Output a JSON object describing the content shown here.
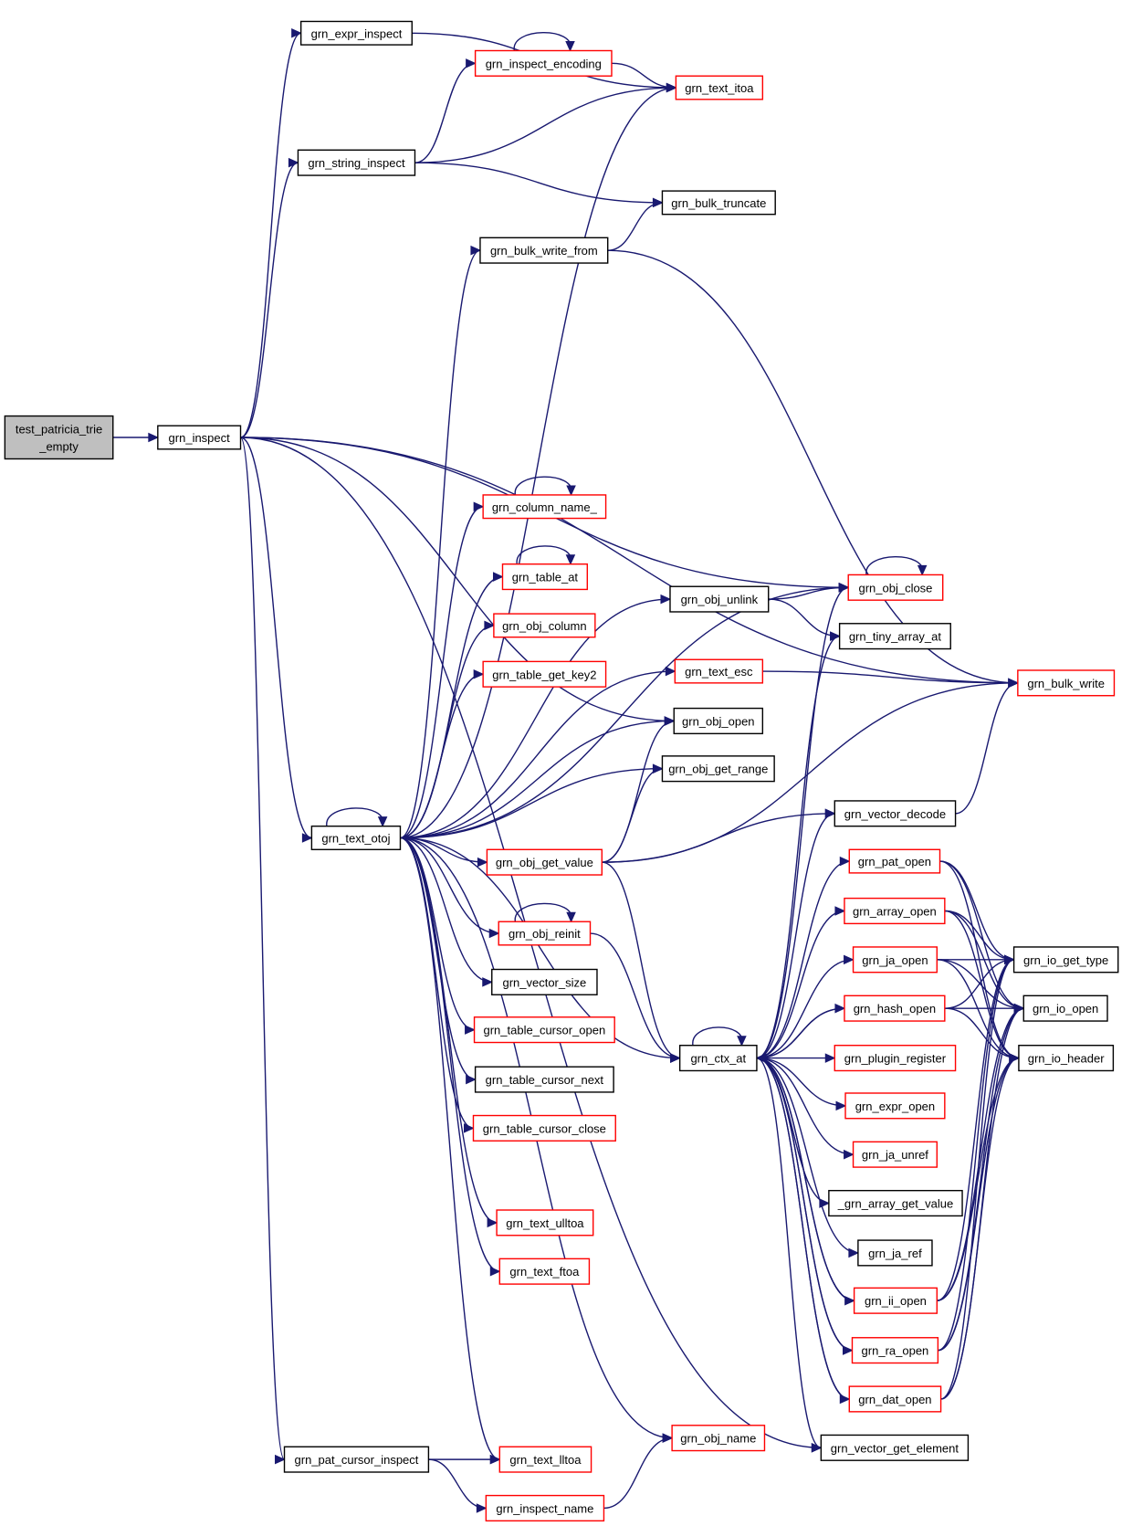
{
  "colors": {
    "edge": "#191970",
    "root_fill": "#bfbfbf",
    "root_border": "#000000",
    "fill": "#ffffff",
    "border_black": "#000000",
    "border_red": "#ff0000"
  },
  "nodes": {
    "test_patricia_trie_empty": {
      "lines": [
        "test_patricia_trie",
        "_empty"
      ],
      "style": "root"
    },
    "grn_inspect": {
      "lines": [
        "grn_inspect"
      ],
      "style": "black"
    },
    "grn_expr_inspect": {
      "lines": [
        "grn_expr_inspect"
      ],
      "style": "black"
    },
    "grn_inspect_encoding": {
      "lines": [
        "grn_inspect_encoding"
      ],
      "style": "red"
    },
    "grn_text_itoa": {
      "lines": [
        "grn_text_itoa"
      ],
      "style": "red"
    },
    "grn_string_inspect": {
      "lines": [
        "grn_string_inspect"
      ],
      "style": "black"
    },
    "grn_bulk_truncate": {
      "lines": [
        "grn_bulk_truncate"
      ],
      "style": "black"
    },
    "grn_bulk_write_from": {
      "lines": [
        "grn_bulk_write_from"
      ],
      "style": "black"
    },
    "grn_column_name_": {
      "lines": [
        "grn_column_name_"
      ],
      "style": "red"
    },
    "grn_table_at": {
      "lines": [
        "grn_table_at"
      ],
      "style": "red"
    },
    "grn_obj_column": {
      "lines": [
        "grn_obj_column"
      ],
      "style": "red"
    },
    "grn_table_get_key2": {
      "lines": [
        "grn_table_get_key2"
      ],
      "style": "red"
    },
    "grn_obj_unlink": {
      "lines": [
        "grn_obj_unlink"
      ],
      "style": "black"
    },
    "grn_obj_close": {
      "lines": [
        "grn_obj_close"
      ],
      "style": "red"
    },
    "grn_tiny_array_at": {
      "lines": [
        "grn_tiny_array_at"
      ],
      "style": "black"
    },
    "grn_text_esc": {
      "lines": [
        "grn_text_esc"
      ],
      "style": "red"
    },
    "grn_bulk_write": {
      "lines": [
        "grn_bulk_write"
      ],
      "style": "red"
    },
    "grn_obj_open": {
      "lines": [
        "grn_obj_open"
      ],
      "style": "black"
    },
    "grn_obj_get_range": {
      "lines": [
        "grn_obj_get_range"
      ],
      "style": "black"
    },
    "grn_vector_decode": {
      "lines": [
        "grn_vector_decode"
      ],
      "style": "black"
    },
    "grn_text_otoj": {
      "lines": [
        "grn_text_otoj"
      ],
      "style": "black"
    },
    "grn_obj_get_value": {
      "lines": [
        "grn_obj_get_value"
      ],
      "style": "red"
    },
    "grn_pat_open": {
      "lines": [
        "grn_pat_open"
      ],
      "style": "red"
    },
    "grn_array_open": {
      "lines": [
        "grn_array_open"
      ],
      "style": "red"
    },
    "grn_io_get_type": {
      "lines": [
        "grn_io_get_type"
      ],
      "style": "black"
    },
    "grn_obj_reinit": {
      "lines": [
        "grn_obj_reinit"
      ],
      "style": "red"
    },
    "grn_ja_open": {
      "lines": [
        "grn_ja_open"
      ],
      "style": "red"
    },
    "grn_io_open": {
      "lines": [
        "grn_io_open"
      ],
      "style": "black"
    },
    "grn_vector_size": {
      "lines": [
        "grn_vector_size"
      ],
      "style": "black"
    },
    "grn_hash_open": {
      "lines": [
        "grn_hash_open"
      ],
      "style": "red"
    },
    "grn_table_cursor_open": {
      "lines": [
        "grn_table_cursor_open"
      ],
      "style": "red"
    },
    "grn_ctx_at": {
      "lines": [
        "grn_ctx_at"
      ],
      "style": "black"
    },
    "grn_plugin_register": {
      "lines": [
        "grn_plugin_register"
      ],
      "style": "red"
    },
    "grn_io_header": {
      "lines": [
        "grn_io_header"
      ],
      "style": "black"
    },
    "grn_table_cursor_next": {
      "lines": [
        "grn_table_cursor_next"
      ],
      "style": "black"
    },
    "grn_expr_open": {
      "lines": [
        "grn_expr_open"
      ],
      "style": "red"
    },
    "grn_table_cursor_close": {
      "lines": [
        "grn_table_cursor_close"
      ],
      "style": "red"
    },
    "grn_ja_unref": {
      "lines": [
        "grn_ja_unref"
      ],
      "style": "red"
    },
    "_grn_array_get_value": {
      "lines": [
        "_grn_array_get_value"
      ],
      "style": "black"
    },
    "grn_text_ulltoa": {
      "lines": [
        "grn_text_ulltoa"
      ],
      "style": "red"
    },
    "grn_ja_ref": {
      "lines": [
        "grn_ja_ref"
      ],
      "style": "black"
    },
    "grn_text_ftoa": {
      "lines": [
        "grn_text_ftoa"
      ],
      "style": "red"
    },
    "grn_ii_open": {
      "lines": [
        "grn_ii_open"
      ],
      "style": "red"
    },
    "grn_ra_open": {
      "lines": [
        "grn_ra_open"
      ],
      "style": "red"
    },
    "grn_dat_open": {
      "lines": [
        "grn_dat_open"
      ],
      "style": "red"
    },
    "grn_obj_name": {
      "lines": [
        "grn_obj_name"
      ],
      "style": "red"
    },
    "grn_vector_get_element": {
      "lines": [
        "grn_vector_get_element"
      ],
      "style": "black"
    },
    "grn_pat_cursor_inspect": {
      "lines": [
        "grn_pat_cursor_inspect"
      ],
      "style": "black"
    },
    "grn_text_lltoa": {
      "lines": [
        "grn_text_lltoa"
      ],
      "style": "red"
    },
    "grn_inspect_name": {
      "lines": [
        "grn_inspect_name"
      ],
      "style": "red"
    }
  },
  "edges": [
    [
      "test_patricia_trie_empty",
      "grn_inspect"
    ],
    [
      "grn_inspect",
      "grn_expr_inspect"
    ],
    [
      "grn_inspect",
      "grn_string_inspect"
    ],
    [
      "grn_inspect",
      "grn_text_otoj"
    ],
    [
      "grn_inspect",
      "grn_pat_cursor_inspect"
    ],
    [
      "grn_inspect",
      "grn_obj_close"
    ],
    [
      "grn_inspect",
      "grn_bulk_write"
    ],
    [
      "grn_inspect",
      "grn_vector_get_element"
    ],
    [
      "grn_inspect",
      "grn_obj_open"
    ],
    [
      "grn_expr_inspect",
      "grn_text_itoa"
    ],
    [
      "grn_string_inspect",
      "grn_inspect_encoding"
    ],
    [
      "grn_string_inspect",
      "grn_text_itoa"
    ],
    [
      "grn_string_inspect",
      "grn_bulk_truncate"
    ],
    [
      "grn_inspect_encoding",
      "grn_text_itoa"
    ],
    [
      "grn_inspect_encoding",
      "grn_inspect_encoding"
    ],
    [
      "grn_bulk_write_from",
      "grn_bulk_truncate"
    ],
    [
      "grn_bulk_write_from",
      "grn_bulk_write"
    ],
    [
      "grn_text_otoj",
      "grn_text_otoj"
    ],
    [
      "grn_text_otoj",
      "grn_text_itoa"
    ],
    [
      "grn_text_otoj",
      "grn_bulk_write_from"
    ],
    [
      "grn_text_otoj",
      "grn_column_name_"
    ],
    [
      "grn_text_otoj",
      "grn_table_at"
    ],
    [
      "grn_text_otoj",
      "grn_obj_column"
    ],
    [
      "grn_text_otoj",
      "grn_table_get_key2"
    ],
    [
      "grn_text_otoj",
      "grn_obj_unlink"
    ],
    [
      "grn_text_otoj",
      "grn_text_esc"
    ],
    [
      "grn_text_otoj",
      "grn_obj_get_range"
    ],
    [
      "grn_text_otoj",
      "grn_obj_get_value"
    ],
    [
      "grn_text_otoj",
      "grn_obj_reinit"
    ],
    [
      "grn_text_otoj",
      "grn_vector_size"
    ],
    [
      "grn_text_otoj",
      "grn_table_cursor_open"
    ],
    [
      "grn_text_otoj",
      "grn_table_cursor_next"
    ],
    [
      "grn_text_otoj",
      "grn_table_cursor_close"
    ],
    [
      "grn_text_otoj",
      "grn_ctx_at"
    ],
    [
      "grn_text_otoj",
      "grn_text_ulltoa"
    ],
    [
      "grn_text_otoj",
      "grn_text_ftoa"
    ],
    [
      "grn_text_otoj",
      "grn_text_lltoa"
    ],
    [
      "grn_text_otoj",
      "grn_obj_name"
    ],
    [
      "grn_text_otoj",
      "grn_obj_close"
    ],
    [
      "grn_text_otoj",
      "grn_obj_open"
    ],
    [
      "grn_column_name_",
      "grn_column_name_"
    ],
    [
      "grn_table_at",
      "grn_table_at"
    ],
    [
      "grn_obj_unlink",
      "grn_obj_close"
    ],
    [
      "grn_obj_unlink",
      "grn_tiny_array_at"
    ],
    [
      "grn_obj_close",
      "grn_obj_close"
    ],
    [
      "grn_text_esc",
      "grn_bulk_write"
    ],
    [
      "grn_vector_decode",
      "grn_bulk_write"
    ],
    [
      "grn_obj_get_value",
      "grn_obj_open"
    ],
    [
      "grn_obj_get_value",
      "grn_obj_get_range"
    ],
    [
      "grn_obj_get_value",
      "grn_vector_decode"
    ],
    [
      "grn_obj_get_value",
      "grn_bulk_write"
    ],
    [
      "grn_obj_get_value",
      "grn_ctx_at"
    ],
    [
      "grn_obj_reinit",
      "grn_obj_reinit"
    ],
    [
      "grn_obj_reinit",
      "grn_ctx_at"
    ],
    [
      "grn_ctx_at",
      "grn_ctx_at"
    ],
    [
      "grn_ctx_at",
      "grn_obj_close"
    ],
    [
      "grn_ctx_at",
      "grn_tiny_array_at"
    ],
    [
      "grn_ctx_at",
      "grn_vector_decode"
    ],
    [
      "grn_ctx_at",
      "grn_pat_open"
    ],
    [
      "grn_ctx_at",
      "grn_array_open"
    ],
    [
      "grn_ctx_at",
      "grn_ja_open"
    ],
    [
      "grn_ctx_at",
      "grn_hash_open"
    ],
    [
      "grn_ctx_at",
      "grn_plugin_register"
    ],
    [
      "grn_ctx_at",
      "grn_expr_open"
    ],
    [
      "grn_ctx_at",
      "grn_ja_unref"
    ],
    [
      "grn_ctx_at",
      "_grn_array_get_value"
    ],
    [
      "grn_ctx_at",
      "grn_ja_ref"
    ],
    [
      "grn_ctx_at",
      "grn_ii_open"
    ],
    [
      "grn_ctx_at",
      "grn_ra_open"
    ],
    [
      "grn_ctx_at",
      "grn_dat_open"
    ],
    [
      "grn_ctx_at",
      "grn_vector_get_element"
    ],
    [
      "grn_pat_open",
      "grn_io_get_type"
    ],
    [
      "grn_pat_open",
      "grn_io_open"
    ],
    [
      "grn_pat_open",
      "grn_io_header"
    ],
    [
      "grn_array_open",
      "grn_io_get_type"
    ],
    [
      "grn_array_open",
      "grn_io_open"
    ],
    [
      "grn_array_open",
      "grn_io_header"
    ],
    [
      "grn_ja_open",
      "grn_io_get_type"
    ],
    [
      "grn_ja_open",
      "grn_io_open"
    ],
    [
      "grn_ja_open",
      "grn_io_header"
    ],
    [
      "grn_hash_open",
      "grn_io_get_type"
    ],
    [
      "grn_hash_open",
      "grn_io_open"
    ],
    [
      "grn_hash_open",
      "grn_io_header"
    ],
    [
      "grn_hash_open",
      "grn_ctx_at"
    ],
    [
      "grn_ii_open",
      "grn_io_get_type"
    ],
    [
      "grn_ii_open",
      "grn_io_open"
    ],
    [
      "grn_ii_open",
      "grn_io_header"
    ],
    [
      "grn_ii_open",
      "grn_ctx_at"
    ],
    [
      "grn_ra_open",
      "grn_io_get_type"
    ],
    [
      "grn_ra_open",
      "grn_io_open"
    ],
    [
      "grn_ra_open",
      "grn_io_header"
    ],
    [
      "grn_ra_open",
      "grn_ctx_at"
    ],
    [
      "grn_dat_open",
      "grn_io_get_type"
    ],
    [
      "grn_dat_open",
      "grn_io_open"
    ],
    [
      "grn_dat_open",
      "grn_io_header"
    ],
    [
      "grn_dat_open",
      "grn_ctx_at"
    ],
    [
      "grn_pat_cursor_inspect",
      "grn_text_lltoa"
    ],
    [
      "grn_pat_cursor_inspect",
      "grn_inspect_name"
    ],
    [
      "grn_inspect_name",
      "grn_obj_name"
    ]
  ]
}
